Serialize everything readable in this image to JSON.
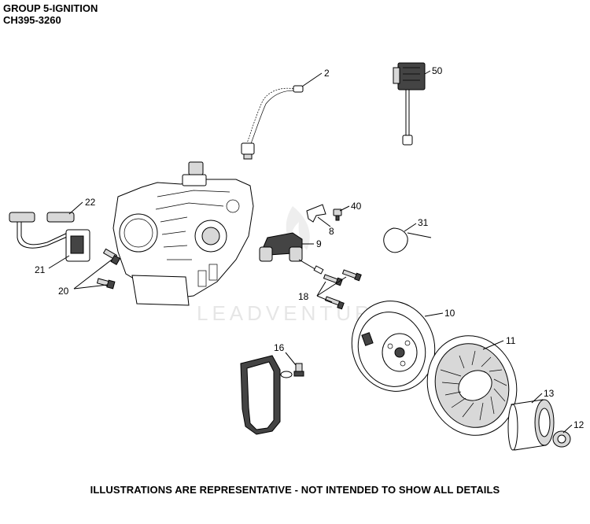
{
  "header": {
    "group_title": "GROUP 5-IGNITION",
    "model_code": "CH395-3260"
  },
  "watermark": "LEADVENTURE",
  "footer": "ILLUSTRATIONS ARE REPRESENTATIVE - NOT INTENDED TO SHOW ALL DETAILS",
  "callouts": {
    "c2": "2",
    "c50": "50",
    "c22": "22",
    "c40": "40",
    "c8": "8",
    "c31": "31",
    "c9": "9",
    "c21": "21",
    "c20": "20",
    "c18": "18",
    "c10": "10",
    "c16": "16",
    "c11": "11",
    "c13": "13",
    "c12": "12"
  }
}
